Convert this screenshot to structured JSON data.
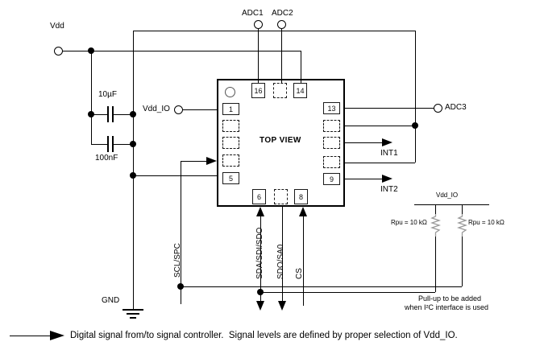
{
  "colors": {
    "wire": "#000000",
    "background": "#ffffff",
    "resistor": "#999999"
  },
  "power": {
    "vdd_label": "Vdd",
    "vdd_io_label": "Vdd_IO",
    "gnd_label": "GND"
  },
  "capacitors": {
    "c1_label": "10µF",
    "c2_label": "100nF"
  },
  "adc": {
    "adc1_label": "ADC1",
    "adc2_label": "ADC2",
    "adc3_label": "ADC3"
  },
  "interrupts": {
    "int1_label": "INT1",
    "int2_label": "INT2"
  },
  "chip": {
    "view_label": "TOP VIEW",
    "pins": {
      "p1": "1",
      "p5": "5",
      "p6": "6",
      "p8": "8",
      "p9": "9",
      "p13": "13",
      "p14": "14",
      "p16": "16"
    }
  },
  "bus": {
    "scl_label": "SCL/SPC",
    "sda_label": "SDA/SDI/SDO",
    "sdo_label": "SDO/SA0",
    "cs_label": "CS"
  },
  "pullups": {
    "rail_label": "Vdd_IO",
    "rpu_left_label": "Rpu = 10 kΩ",
    "rpu_right_label": "Rpu = 10 kΩ",
    "note_line1": "Pull-up to be added",
    "note_line2": "when I²C interface is used"
  },
  "legend": {
    "text": "Digital signal from/to signal controller.  Signal levels are defined by proper selection of Vdd_IO."
  }
}
